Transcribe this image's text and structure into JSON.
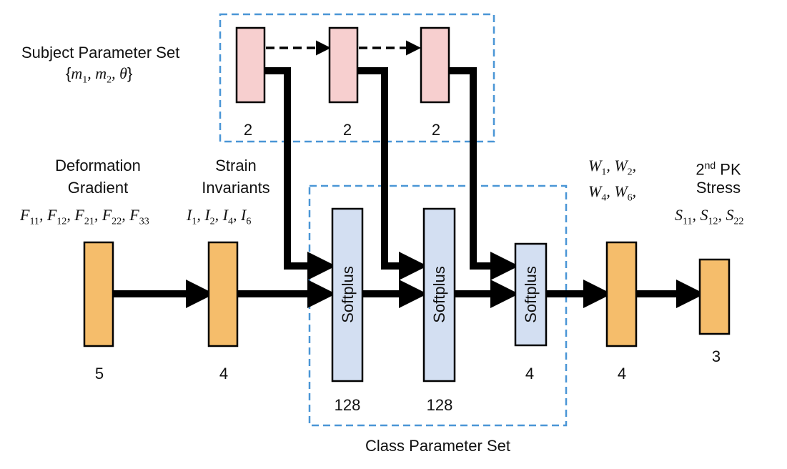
{
  "colors": {
    "orange": "#f5bd6b",
    "pink": "#f7cfcf",
    "blue": "#d3dff2",
    "dashed_border": "#4a96d6",
    "stroke": "#000000"
  },
  "subject_parameter_set": {
    "title": "Subject Parameter Set",
    "params": [
      "m",
      "1",
      "m",
      "2",
      "θ"
    ],
    "layer_sizes": [
      "2",
      "2",
      "2"
    ]
  },
  "class_parameter_set": {
    "title": "Class Parameter Set",
    "layers": [
      {
        "activation": "Softplus",
        "size": "128"
      },
      {
        "activation": "Softplus",
        "size": "128"
      },
      {
        "activation": "Softplus",
        "size": "4"
      }
    ]
  },
  "input": {
    "title_line1": "Deformation",
    "title_line2": "Gradient",
    "components": [
      "11",
      "12",
      "21",
      "22",
      "33"
    ],
    "symbol": "F",
    "size": "5"
  },
  "invariants": {
    "title_line1": "Strain",
    "title_line2": "Invariants",
    "symbol": "I",
    "components": [
      "1",
      "2",
      "4",
      "6"
    ],
    "size": "4"
  },
  "energy": {
    "symbol": "W",
    "row1": [
      "1",
      "2"
    ],
    "row2": [
      "4",
      "6"
    ],
    "size": "4"
  },
  "output": {
    "title_line1": "2",
    "title_sup": "nd",
    "title_rest": " PK",
    "title_line2": "Stress",
    "symbol": "S",
    "components": [
      "11",
      "12",
      "22"
    ],
    "size": "3"
  }
}
